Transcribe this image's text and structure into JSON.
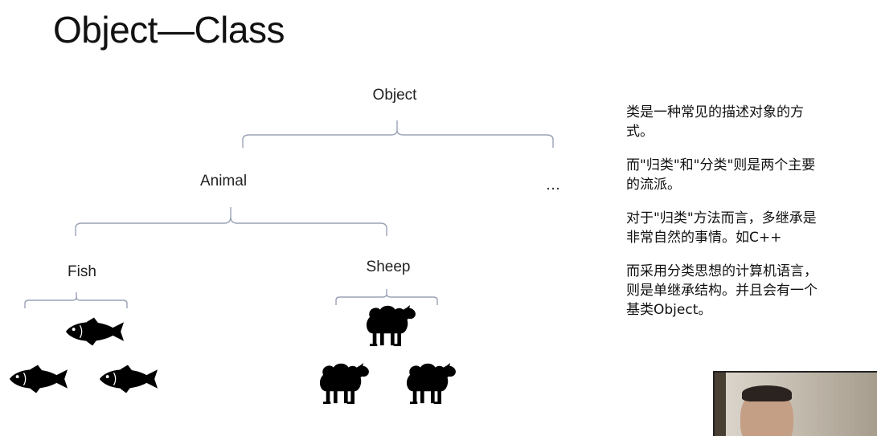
{
  "title": "Object—Class",
  "tree": {
    "root": "Object",
    "level1": [
      "Animal",
      "…"
    ],
    "level2": [
      "Fish",
      "Sheep"
    ]
  },
  "icons": {
    "fish": "fish-icon",
    "sheep": "sheep-icon"
  },
  "notes": [
    "类是一种常见的描述对象的方式。",
    "而\"归类\"和\"分类\"则是两个主要的流派。",
    "对于\"归类\"方法而言，多继承是非常自然的事情。如C++",
    "而采用分类思想的计算机语言，则是单继承结构。并且会有一个基类Object。"
  ]
}
